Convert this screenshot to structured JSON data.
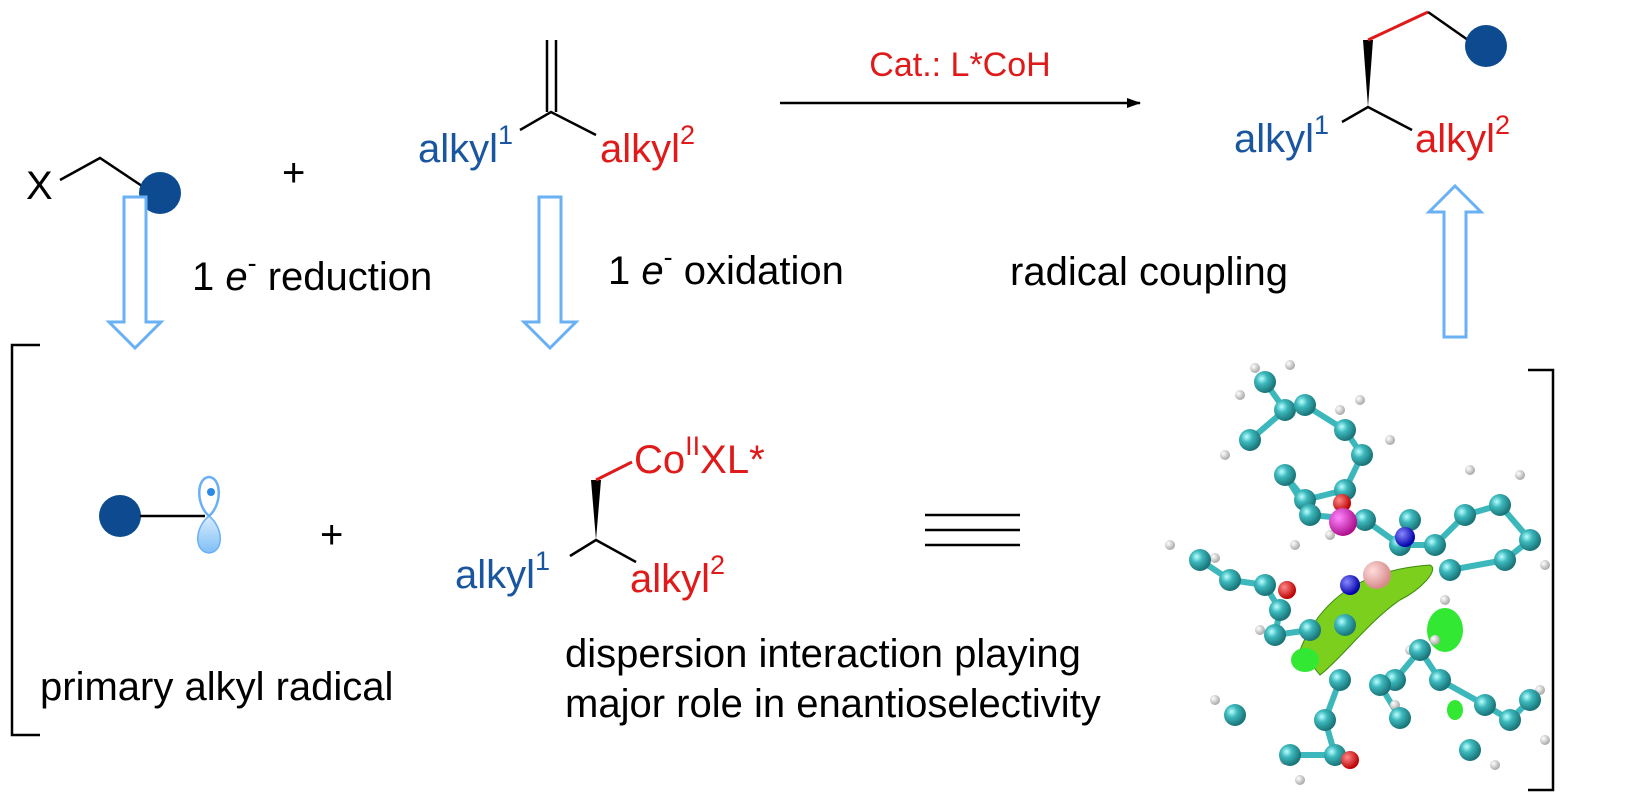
{
  "reactants": {
    "halide_label": "X",
    "plus": "+",
    "alkene_alkyl1": "alkyl",
    "alkene_alkyl1_sup": "1",
    "alkene_alkyl2": "alkyl",
    "alkene_alkyl2_sup": "2"
  },
  "reaction_arrow": {
    "catalyst_label": "Cat.: L*CoH"
  },
  "product": {
    "alkyl1": "alkyl",
    "alkyl1_sup": "1",
    "alkyl2": "alkyl",
    "alkyl2_sup": "2"
  },
  "steps": {
    "reduction": {
      "prefix": "1 ",
      "e": "e",
      "sup": "-",
      "suffix": " reduction"
    },
    "oxidation": {
      "prefix": "1 ",
      "e": "e",
      "sup": "-",
      "suffix": " oxidation"
    },
    "coupling": "radical coupling"
  },
  "intermediates": {
    "plus": "+",
    "cobalt_label": "Co",
    "cobalt_sup": "II",
    "cobalt_suffix": "XL*",
    "alkyl1": "alkyl",
    "alkyl1_sup": "1",
    "alkyl2": "alkyl",
    "alkyl2_sup": "2",
    "equivalence": "≡",
    "radical_caption": "primary alkyl radical",
    "dispersion_caption_line1": "dispersion interaction playing",
    "dispersion_caption_line2": "major role in enantioselectivity"
  },
  "colors": {
    "alkyl1": "#1a56a0",
    "alkyl2": "#e01a1a",
    "substituent_ball": "#0d4a8f",
    "hollow_arrow": "#6ab0f5"
  }
}
